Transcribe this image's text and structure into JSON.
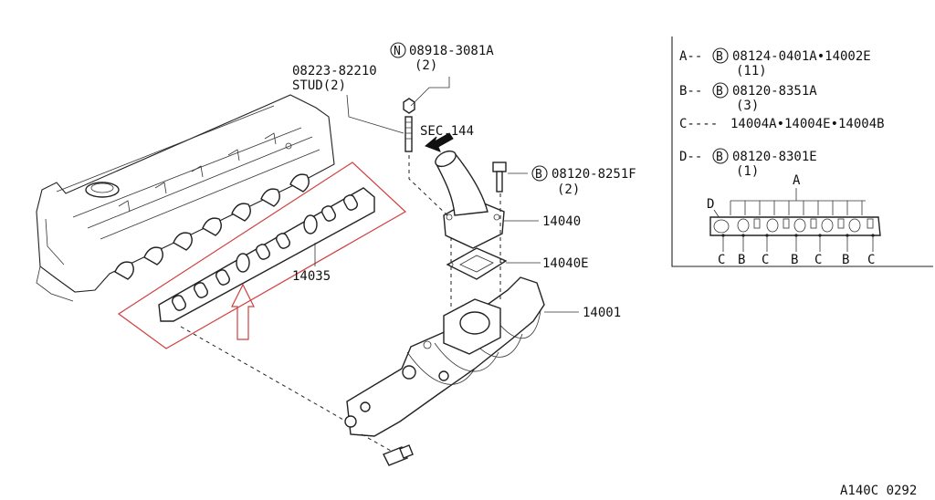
{
  "callouts": {
    "nut": {
      "prefix": "N",
      "part": "08918-3081A",
      "qty": "(2)"
    },
    "stud": {
      "part": "08223-82210",
      "name": "STUD(2)"
    },
    "sec": "SEC.144",
    "bolt": {
      "prefix": "B",
      "part": "08120-8251F",
      "qty": "(2)"
    },
    "p14040": "14040",
    "p14040e": "14040E",
    "p14001": "14001",
    "p14035": "14035"
  },
  "legend": {
    "rows": [
      {
        "key": "A--",
        "prefix": "B",
        "text": "08124-0401A•14002E",
        "qty": "(11)"
      },
      {
        "key": "B--",
        "prefix": "B",
        "text": "08120-8351A",
        "qty": "(3)"
      },
      {
        "key": "C----",
        "prefix": "",
        "text": "14004A•14004E•14004B",
        "qty": ""
      },
      {
        "key": "D--",
        "prefix": "B",
        "text": "08120-8301E",
        "qty": "(1)"
      }
    ],
    "mini": {
      "top_label": "A",
      "side_label": "D",
      "bottom_labels": [
        "C",
        "B",
        "C",
        "B",
        "C",
        "B",
        "C"
      ]
    }
  },
  "footer_code": "A140C 0292",
  "colors": {
    "highlight": "#d04040",
    "ink": "#222222"
  }
}
